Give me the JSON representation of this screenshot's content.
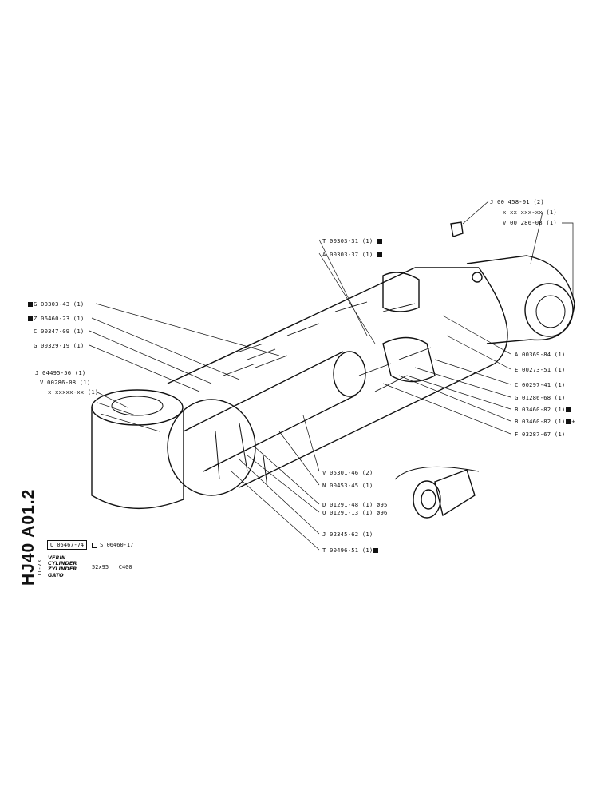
{
  "sheet": {
    "side_code": "HJ40  A01.2",
    "date": "11-73",
    "code_u": "U 05467-74",
    "code_s": "S 06460-17",
    "names": [
      "VERIN",
      "CYLINDER",
      "ZYLINDER",
      "GATO"
    ],
    "size": "52x95",
    "model": "C400"
  },
  "labels": {
    "j00458": "J  00 458-01 (2)",
    "xxx1": "x  xx xxx-xx (1)",
    "v00286a": "V  00 286-08 (1)",
    "t00303": "T 00303-31 (1)",
    "a00303": "A 00303-37 (1)",
    "g00303": "G 00303-43 (1)",
    "z06460": "Z 06460-23 (1)",
    "c00347": "C 00347-09 (1)",
    "g00329": "G 00329-19 (1)",
    "j04495": "J 04495-56 (1)",
    "v00286b": "V 00286-08 (1)",
    "xxx2": "x xxxxx-xx (1)",
    "a00369": "A 00369-84 (1)",
    "e00273": "E 00273-51 (1)",
    "c00297": "C 00297-41 (1)",
    "g01286": "G 01286-68 (1)",
    "b03460a": "B 03460-82 (1)",
    "b03460b": "B 03460-82 (1)",
    "f03287": "F 03287-67 (1)",
    "v05301": "V 05301-46 (2)",
    "n00453": "N 00453-45 (1)",
    "d01291": "D 01291-48 (1)",
    "d_note": "ø95",
    "q01291": "Q 01291-13 (1)",
    "q_note": "ø96",
    "j02345": "J 02345-62 (1)",
    "t00496": "T 00496-51 (1)"
  }
}
